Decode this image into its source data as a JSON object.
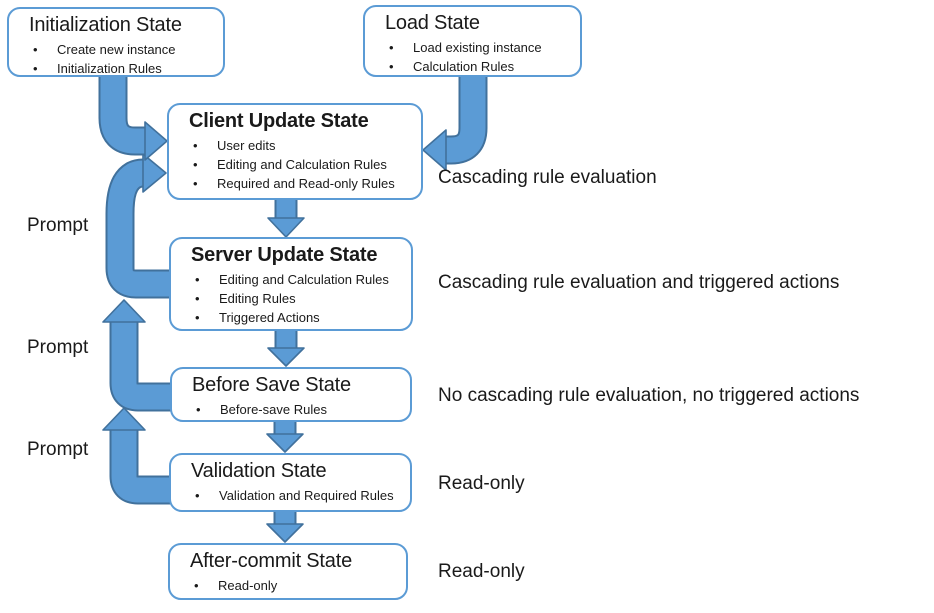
{
  "colors": {
    "accent_blue": "#5B9BD5",
    "arrow_outline": "#41719C",
    "box_border": "#5B9BD5",
    "text": "#1A1A1A",
    "background": "#FFFFFF"
  },
  "boxes": [
    {
      "title": "Initialization State",
      "bullets": [
        "Create new instance",
        "Initialization Rules"
      ]
    },
    {
      "title": "Load State",
      "bullets": [
        "Load existing instance",
        "Calculation Rules"
      ]
    },
    {
      "title": "Client Update State",
      "bullets": [
        "User edits",
        "Editing and Calculation Rules",
        "Required and Read-only Rules"
      ]
    },
    {
      "title": "Server Update State",
      "bullets": [
        "Editing and Calculation Rules",
        "Editing Rules",
        "Triggered Actions"
      ]
    },
    {
      "title": "Before Save State",
      "bullets": [
        "Before-save Rules"
      ]
    },
    {
      "title": "Validation State",
      "bullets": [
        "Validation and Required Rules"
      ]
    },
    {
      "title": "After-commit State",
      "bullets": [
        "Read-only"
      ]
    }
  ],
  "annotations": [
    "Cascading rule evaluation",
    "Cascading rule evaluation and triggered actions",
    "No cascading rule evaluation, no triggered actions",
    "Read-only",
    "Read-only"
  ],
  "prompt_labels": [
    "Prompt",
    "Prompt",
    "Prompt"
  ]
}
